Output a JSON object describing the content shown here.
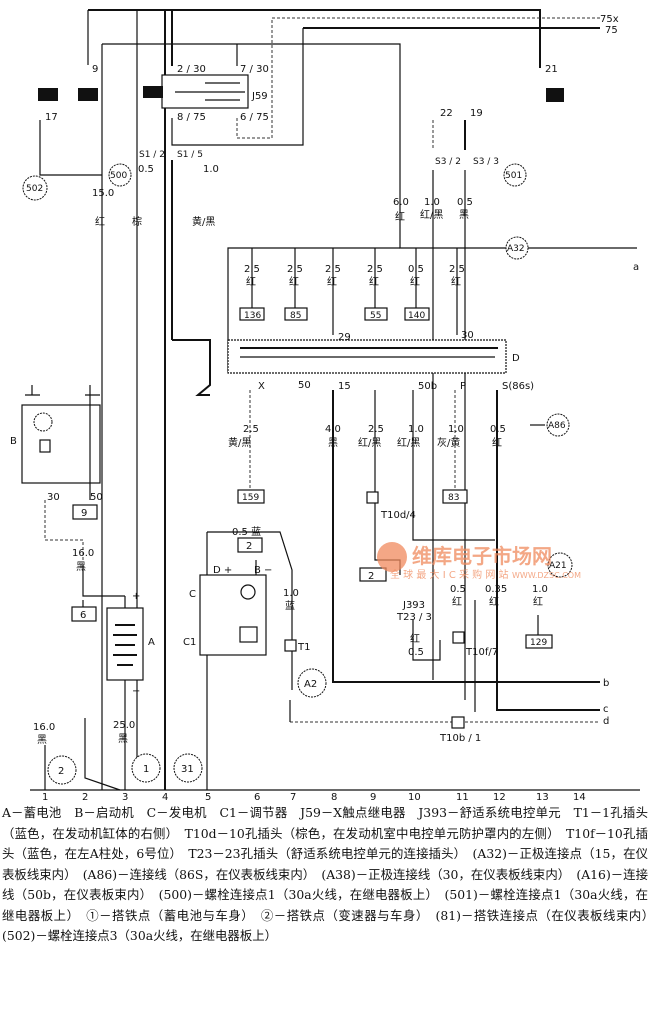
{
  "diagram": {
    "buses": {
      "b75x": "75x",
      "b75": "75"
    },
    "terminals": {
      "t9": "9",
      "t17": "17",
      "t21": "21",
      "t22": "22",
      "t19": "19",
      "relay_2_30": "2 / 30",
      "relay_7_30": "7 / 30",
      "relay_8_75": "8 / 75",
      "relay_6_75": "6 / 75",
      "s1_2": "S1 / 2",
      "s1_5": "S1 / 5",
      "s3_2": "S3 / 2",
      "s3_3": "S3 / 3",
      "sw_29": "29",
      "sw_30": "30",
      "sw_x": "X",
      "sw_50": "50",
      "sw_15": "15",
      "sw_50b": "50b",
      "sw_p": "P",
      "sw_s86s": "S(86s)",
      "st_30": "30",
      "st_50": "50",
      "bat_plus": "+",
      "bat_minus": "−",
      "gen_dplus": "D +",
      "gen_bminus": "B −"
    },
    "components": {
      "relay": "J59",
      "switch": "D",
      "starter": "B",
      "battery": "A",
      "generator": "C",
      "regulator": "C1",
      "j393": "J393",
      "t23_3": "T23 / 3",
      "t10d_4": "T10d/4",
      "t10f_7": "T10f/7",
      "t1": "T1",
      "t10b_1": "T10b / 1"
    },
    "circles": {
      "c502": "502",
      "c500": "500",
      "c501": "501",
      "a32": "A32",
      "a86": "A86",
      "a21": "A21",
      "a2": "A2",
      "g1": "1",
      "g2": "2",
      "g31": "31"
    },
    "boxes": {
      "b136": "136",
      "b85": "85",
      "b55": "55",
      "b140": "140",
      "b159": "159",
      "b83": "83",
      "b9": "9",
      "b6": "6",
      "b2a": "2",
      "b2b": "2",
      "b129": "129"
    },
    "wires": {
      "w15_size": "15.0",
      "w15_color": "红",
      "wS12_size": "0.5",
      "wS12_color": "棕",
      "wS15_size": "1.0",
      "wS15_color": "黄/黑",
      "w501_size": "6.0",
      "w501_color": "红",
      "wS32_size": "1.0",
      "wS32_color": "红/黑",
      "wS33_size": "0.5",
      "wS33_color": "黑",
      "f1_size": "2.5",
      "f1_color": "红",
      "f2_size": "2.5",
      "f2_color": "红",
      "f3_size": "2.5",
      "f3_color": "红",
      "f4_size": "2.5",
      "f4_color": "红",
      "f5_size": "0.5",
      "f5_color": "红",
      "f6_size": "2.5",
      "f6_color": "红",
      "x_size": "2.5",
      "x_color": "黄/黑",
      "s15_size": "4.0",
      "s15_color": "黑",
      "r1_size": "2.5",
      "r1_color": "红/黑",
      "r2_size": "1.0",
      "r2_color": "红/黑",
      "p_size": "1.0",
      "p_color": "灰/黄",
      "s86_size": "0.5",
      "s86_color": "红",
      "st_size": "16.0",
      "st_color": "黑",
      "bat_size": "25.0",
      "bat_color": "黑",
      "gnd_size": "16.0",
      "gnd_color": "黑",
      "gen_d": "0.5 蓝",
      "gen_b_size": "1.0",
      "gen_b_color": "蓝",
      "j_color": "红",
      "j_size": "0.5",
      "t10f_size": "0.5",
      "t10f_color": "红",
      "c_size": "0.35",
      "c_color": "红",
      "b129_size": "1.0",
      "b129_color": "红"
    },
    "outputs": {
      "a": "a",
      "b": "b",
      "c": "c",
      "d": "d"
    },
    "columns": [
      "1",
      "2",
      "3",
      "4",
      "5",
      "6",
      "7",
      "8",
      "9",
      "10",
      "11",
      "12",
      "13",
      "14"
    ],
    "watermark": {
      "brand": "维库电子市场网",
      "url": "WWW.DZSC.COM",
      "slogan": "全 球 最 大 I C 采 购 网 站"
    }
  },
  "legend": "A－蓄电池　B－启动机　C－发电机　C1－调节器　J59－X触点继电器　J393－舒适系统电控单元　T1－1孔插头（蓝色，在发动机缸体的右侧）　T10d－10孔插头（棕色，在发动机室中电控单元防护罩内的左侧）　T10f－10孔插头（蓝色，在左A柱处，6号位）　T23－23孔插头（舒适系统电控单元的连接插头）　(A32)－正极连接点（15，在仪表板线束内）　(A86)－连接线（86S，在仪表板线束内）　(A38)－正极连接线（30，在仪表板线束内）　(A16)－连接线（50b，在仪表板束内）　(500)－螺栓连接点1（30a火线，在继电器板上）　(501)－螺栓连接点1（30a火线，在继电器板上）　①－搭铁点（蓄电池与车身）　②－搭铁点（变速器与车身）　(81)－搭铁连接点（在仪表板线束内）　(502)－螺栓连接点3（30a火线，在继电器板上）"
}
